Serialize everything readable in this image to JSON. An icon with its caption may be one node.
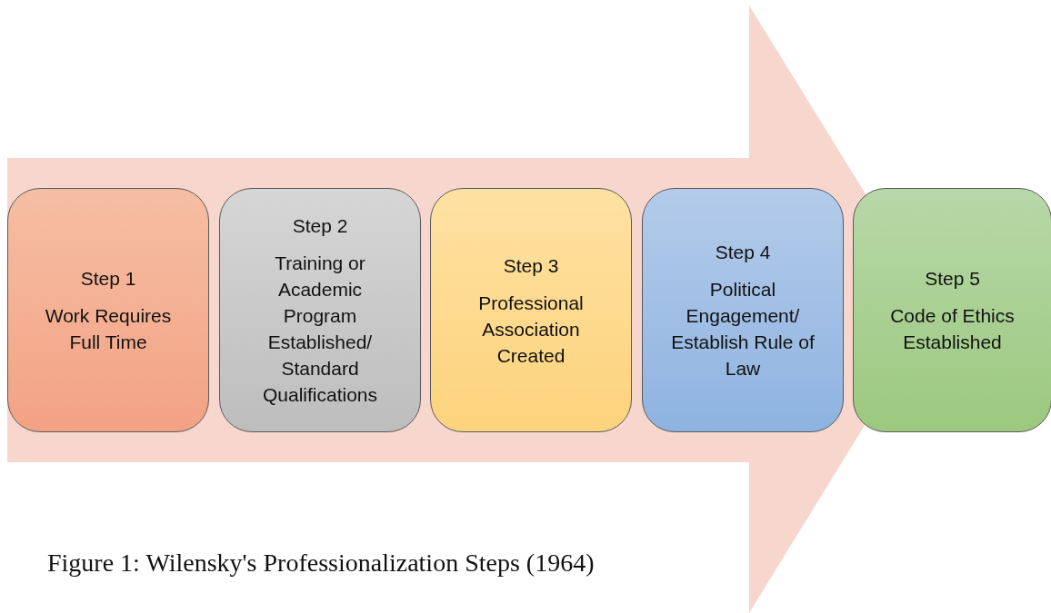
{
  "diagram": {
    "caption": "Figure 1: Wilensky's Professionalization Steps (1964)",
    "nodes": [
      {
        "text": [
          "Step 1",
          "Work Requires Full Time"
        ]
      },
      {
        "text": [
          "Step 2",
          "Training or Academic Program Established/ Standard Qualifications"
        ]
      },
      {
        "text": [
          "Step 3",
          "Professional Association Created"
        ]
      },
      {
        "text": [
          "Step 4",
          "Political Engagement/ Establish Rule of Law"
        ]
      },
      {
        "text": [
          "Step 5",
          "Code of Ethics Established"
        ]
      }
    ],
    "edges": [
      {
        "from": 0,
        "to": 4,
        "arrow": "to"
      }
    ]
  }
}
